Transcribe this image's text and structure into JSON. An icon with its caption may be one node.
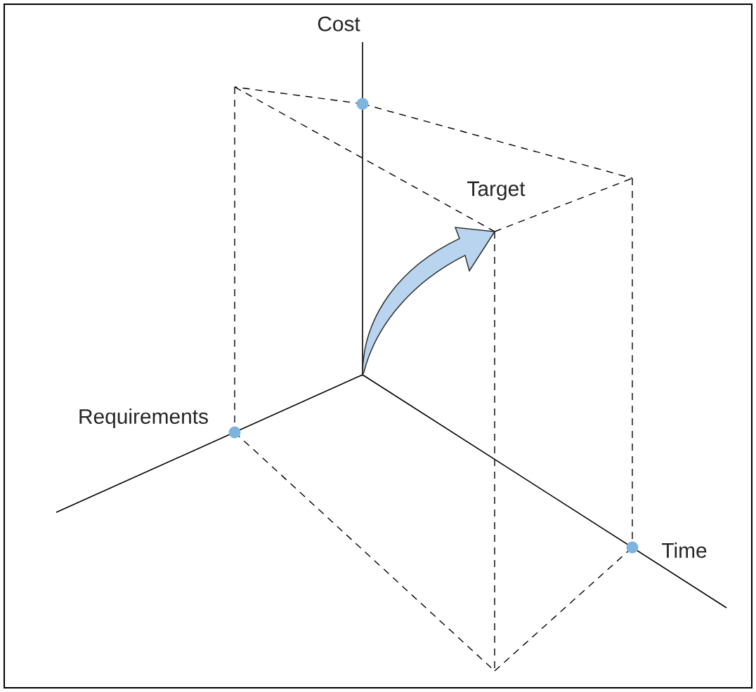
{
  "diagram": {
    "labels": [
      "Cost",
      "Target",
      "Requirements",
      "Time"
    ]
  }
}
